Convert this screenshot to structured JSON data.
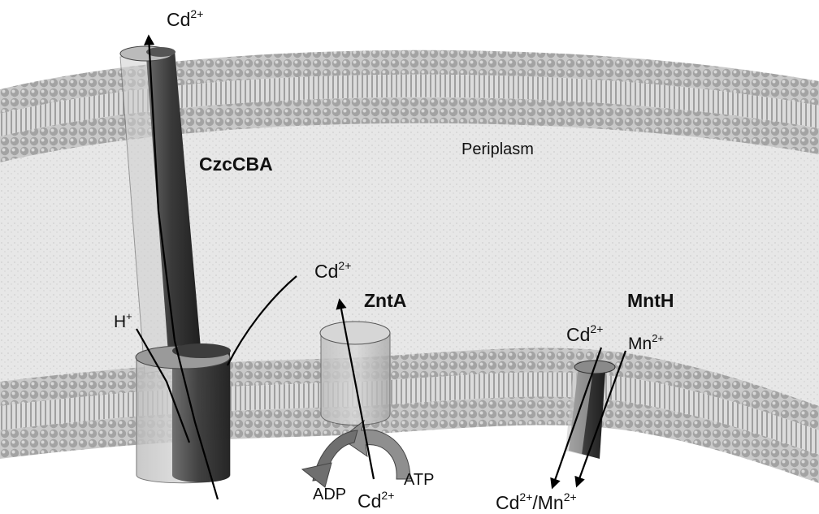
{
  "labels": {
    "cd_efflux_top": {
      "base": "Cd",
      "sup": "2+"
    },
    "czccba": "CzcCBA",
    "periplasm": "Periplasm",
    "cd_mid": {
      "base": "Cd",
      "sup": "2+"
    },
    "zntA": "ZntA",
    "mnth": "MntH",
    "h_plus": {
      "base": "H",
      "sup": "+"
    },
    "cd_mnth": {
      "base": "Cd",
      "sup": "2+"
    },
    "mn_mnth": {
      "base": "Mn",
      "sup": "2+"
    },
    "adp": "ADP",
    "atp": "ATP",
    "cd_bottom": {
      "base": "Cd",
      "sup": "2+"
    },
    "cd_mn_bottom": {
      "a_base": "Cd",
      "a_sup": "2+",
      "sep": "/",
      "b_base": "Mn",
      "b_sup": "2+"
    }
  },
  "colors": {
    "membrane_head": "#a7a7a7",
    "membrane_tail": "#8a8a8a",
    "periplasm": "#e6e6e6",
    "protein_dark": "#3a3a3a",
    "protein_light": "#cfcfcf",
    "arrow": "#000000"
  }
}
